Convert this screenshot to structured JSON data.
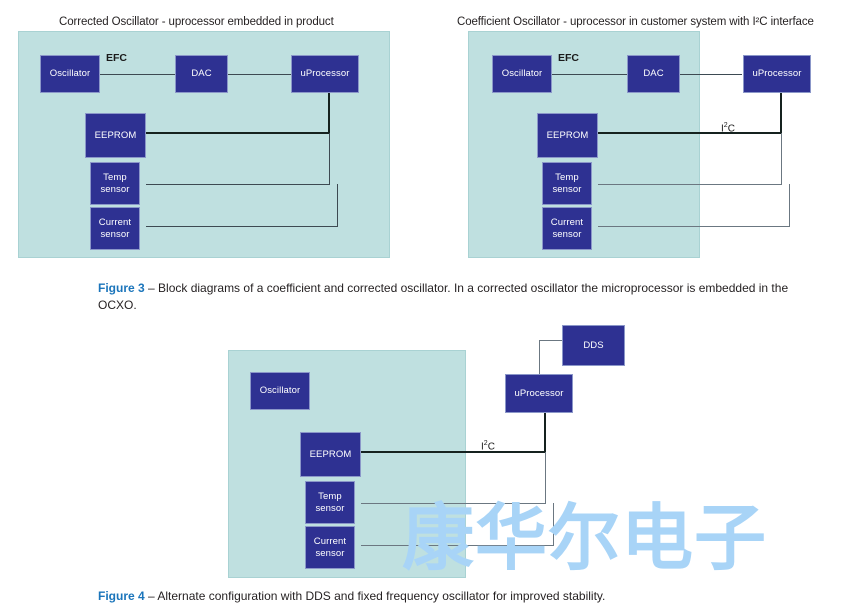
{
  "diagram1": {
    "title": "Corrected Oscillator - uprocessor embedded in product",
    "blocks": {
      "oscillator": "Oscillator",
      "dac": "DAC",
      "uprocessor": "uProcessor",
      "eeprom": "EEPROM",
      "temp_sensor_line1": "Temp",
      "temp_sensor_line2": "sensor",
      "current_sensor_line1": "Current",
      "current_sensor_line2": "sensor"
    },
    "labels": {
      "efc": "EFC"
    }
  },
  "diagram2": {
    "title": "Coefficient Oscillator - uprocessor in customer system with I²C interface",
    "blocks": {
      "oscillator": "Oscillator",
      "dac": "DAC",
      "uprocessor": "uProcessor",
      "eeprom": "EEPROM",
      "temp_sensor_line1": "Temp",
      "temp_sensor_line2": "sensor",
      "current_sensor_line1": "Current",
      "current_sensor_line2": "sensor"
    },
    "labels": {
      "efc": "EFC",
      "i2c_prefix": "I",
      "i2c_sup": "2",
      "i2c_suffix": "C"
    }
  },
  "diagram3": {
    "blocks": {
      "oscillator": "Oscillator",
      "uprocessor": "uProcessor",
      "dds": "DDS",
      "eeprom": "EEPROM",
      "temp_sensor_line1": "Temp",
      "temp_sensor_line2": "sensor",
      "current_sensor_line1": "Current",
      "current_sensor_line2": "sensor"
    },
    "labels": {
      "i2c_prefix": "I",
      "i2c_sup": "2",
      "i2c_suffix": "C"
    }
  },
  "caption3": {
    "number": "Figure 3",
    "text": " – Block diagrams of a coefficient and corrected oscillator.  In a corrected oscillator the microprocessor is embedded in the OCXO."
  },
  "caption4": {
    "number": "Figure 4",
    "text": " – Alternate configuration with DDS and fixed frequency oscillator for improved stability."
  },
  "watermark": {
    "text": "康华尔电子"
  },
  "colors": {
    "block_fill": "#2e3192",
    "enclosure_fill": "#bfe0e0",
    "caption_accent": "#1b75bb",
    "watermark": "#a8d4f7"
  }
}
